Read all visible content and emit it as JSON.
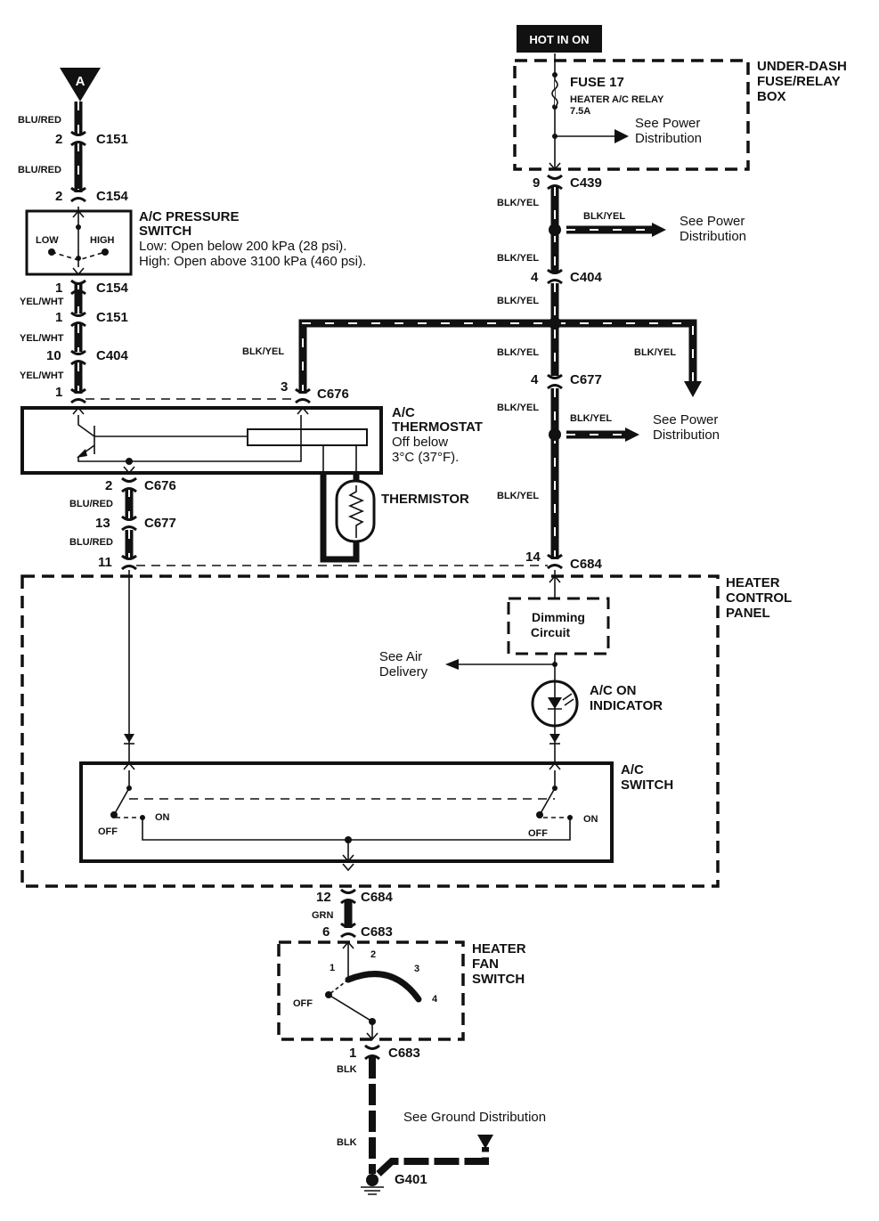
{
  "marker": "A",
  "hot_in_on": "HOT IN ON",
  "fuse_box": {
    "title": [
      "UNDER-DASH",
      "FUSE/RELAY",
      "BOX"
    ],
    "fuse": "FUSE 17",
    "fuse_desc": "HEATER A/C RELAY",
    "rating": "7.5A",
    "see": [
      "See Power",
      "Distribution"
    ]
  },
  "pressure_switch": {
    "title": [
      "A/C PRESSURE",
      "SWITCH"
    ],
    "notes": [
      "Low: Open below 200 kPa (28 psi).",
      "High: Open above 3100 kPa (460 psi)."
    ],
    "low": "LOW",
    "high": "HIGH"
  },
  "thermostat": {
    "title": [
      "A/C",
      "THERMOSTAT"
    ],
    "notes": [
      "Off below",
      "3°C (37°F)."
    ]
  },
  "thermistor": "THERMISTOR",
  "power_dist": [
    [
      "See Power",
      "Distribution"
    ],
    [
      "See Power",
      "Distribution"
    ]
  ],
  "heater_control_panel": {
    "title": [
      "HEATER",
      "CONTROL",
      "PANEL"
    ],
    "dimming": [
      "Dimming",
      "Circuit"
    ],
    "air_delivery": [
      "See Air",
      "Delivery"
    ],
    "indicator": [
      "A/C ON",
      "INDICATOR"
    ],
    "switch": [
      "A/C",
      "SWITCH"
    ],
    "off": "OFF",
    "on": "ON"
  },
  "fan_switch": {
    "title": [
      "HEATER",
      "FAN",
      "SWITCH"
    ],
    "positions": [
      "OFF",
      "1",
      "2",
      "3",
      "4"
    ]
  },
  "ground": {
    "see": "See Ground Distribution",
    "id": "G401"
  },
  "connectors": [
    {
      "pin": "2",
      "id": "C151"
    },
    {
      "pin": "2",
      "id": "C154"
    },
    {
      "pin": "1",
      "id": "C154"
    },
    {
      "pin": "1",
      "id": "C151"
    },
    {
      "pin": "10",
      "id": "C404"
    },
    {
      "pin": "1",
      "id": ""
    },
    {
      "pin": "3",
      "id": "C676"
    },
    {
      "pin": "2",
      "id": "C676"
    },
    {
      "pin": "13",
      "id": "C677"
    },
    {
      "pin": "11",
      "id": ""
    },
    {
      "pin": "9",
      "id": "C439"
    },
    {
      "pin": "4",
      "id": "C404"
    },
    {
      "pin": "4",
      "id": "C677"
    },
    {
      "pin": "14",
      "id": "C684"
    },
    {
      "pin": "12",
      "id": "C684"
    },
    {
      "pin": "6",
      "id": "C683"
    },
    {
      "pin": "1",
      "id": "C683"
    }
  ],
  "wire_colors": [
    "BLU/RED",
    "BLU/RED",
    "YEL/WHT",
    "YEL/WHT",
    "YEL/WHT",
    "BLK/YEL",
    "BLU/RED",
    "BLU/RED",
    "BLK/YEL",
    "BLK/YEL",
    "BLK/YEL",
    "BLK/YEL",
    "BLK/YEL",
    "BLK/YEL",
    "BLK/YEL",
    "BLK/YEL",
    "BLK/YEL",
    "GRN",
    "BLK",
    "BLK"
  ]
}
